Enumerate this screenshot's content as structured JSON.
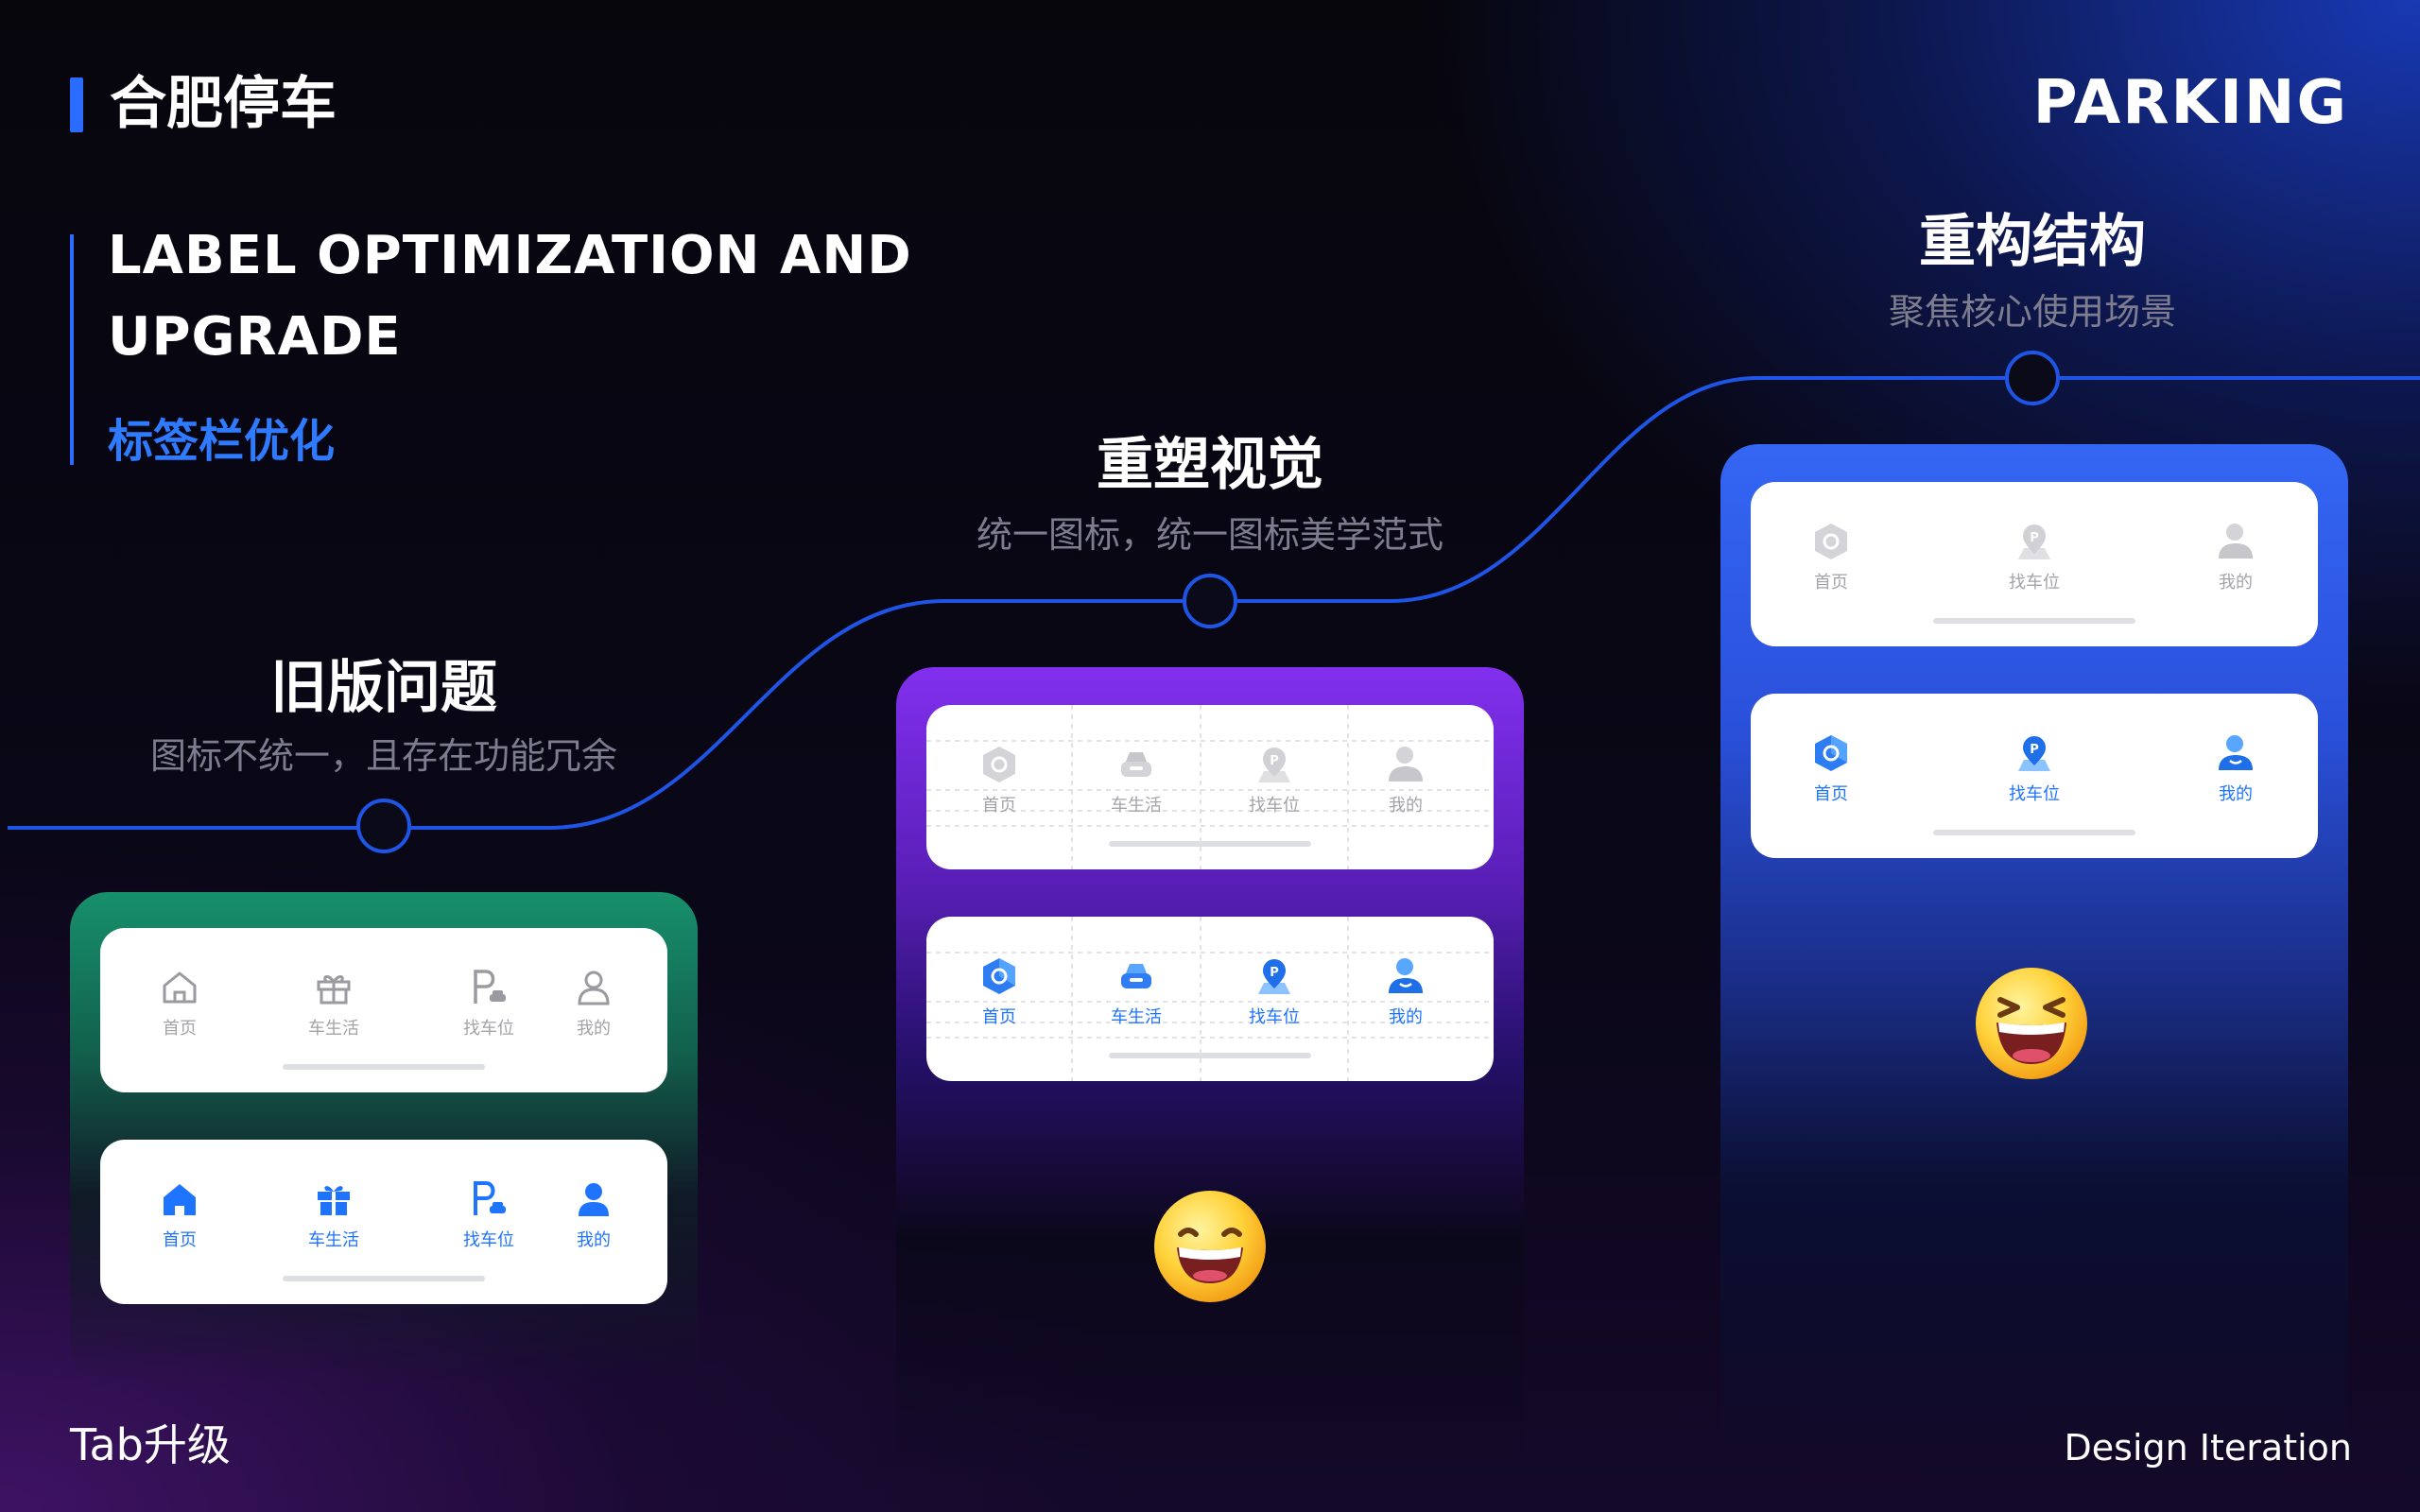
{
  "header": {
    "brand": "合肥停车",
    "corner_title": "PARKING"
  },
  "section": {
    "title": "LABEL OPTIMIZATION AND UPGRADE",
    "subtitle": "标签栏优化"
  },
  "footer": {
    "left": "Tab升级",
    "right": "Design Iteration"
  },
  "colors": {
    "accent": "#2a6cff",
    "active_tab": "#1f74ff",
    "inactive_tab": "#a3a3a8",
    "old_panel": "#17906c",
    "visual_panel": "#8130ee",
    "restructure_panel": "#3466f4"
  },
  "stages": [
    {
      "title": "旧版问题",
      "desc": "图标不统一，且存在功能冗余",
      "cards": [
        {
          "state": "inactive",
          "tabs": [
            {
              "label": "首页",
              "icon": "home-icon"
            },
            {
              "label": "车生活",
              "icon": "gift-icon"
            },
            {
              "label": "找车位",
              "icon": "parking-icon"
            },
            {
              "label": "我的",
              "icon": "user-icon"
            }
          ]
        },
        {
          "state": "active",
          "tabs": [
            {
              "label": "首页",
              "icon": "home-icon"
            },
            {
              "label": "车生活",
              "icon": "gift-icon"
            },
            {
              "label": "找车位",
              "icon": "parking-icon"
            },
            {
              "label": "我的",
              "icon": "user-icon"
            }
          ]
        }
      ]
    },
    {
      "title": "重塑视觉",
      "desc": "统一图标，统一图标美学范式",
      "cards": [
        {
          "state": "inactive",
          "tabs": [
            {
              "label": "首页",
              "icon": "home-hexagon-icon"
            },
            {
              "label": "车生活",
              "icon": "car-icon"
            },
            {
              "label": "找车位",
              "icon": "parking-pin-icon"
            },
            {
              "label": "我的",
              "icon": "user-icon"
            }
          ]
        },
        {
          "state": "active",
          "tabs": [
            {
              "label": "首页",
              "icon": "home-hexagon-icon"
            },
            {
              "label": "车生活",
              "icon": "car-icon"
            },
            {
              "label": "找车位",
              "icon": "parking-pin-icon"
            },
            {
              "label": "我的",
              "icon": "user-icon"
            }
          ]
        }
      ]
    },
    {
      "title": "重构结构",
      "desc": "聚焦核心使用场景",
      "cards": [
        {
          "state": "inactive",
          "tabs": [
            {
              "label": "首页",
              "icon": "home-hexagon-icon"
            },
            {
              "label": "找车位",
              "icon": "parking-pin-icon"
            },
            {
              "label": "我的",
              "icon": "user-icon"
            }
          ]
        },
        {
          "state": "active",
          "tabs": [
            {
              "label": "首页",
              "icon": "home-hexagon-icon"
            },
            {
              "label": "找车位",
              "icon": "parking-pin-icon"
            },
            {
              "label": "我的",
              "icon": "user-icon"
            }
          ]
        }
      ]
    }
  ],
  "emojis": [
    "grinning-emoji-icon",
    "laughing-emoji-icon"
  ]
}
